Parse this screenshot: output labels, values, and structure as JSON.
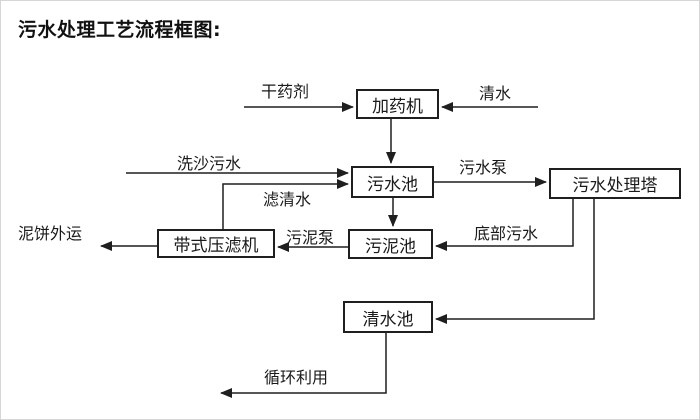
{
  "title": "污水处理工艺流程框图:",
  "diagram": {
    "line_color": "#1f1f1f",
    "nodes": {
      "dosing_machine": "加药机",
      "sewage_pool": "污水池",
      "treatment_tower": "污水处理塔",
      "sludge_pool": "污泥池",
      "belt_filter_press": "带式压滤机",
      "clean_water_pool": "清水池"
    },
    "flow_labels": {
      "dry_agent": "干药剂",
      "clean_water": "清水",
      "sand_washing_sewage": "洗沙污水",
      "sewage_pump": "污水泵",
      "filtered_water": "滤清水",
      "mud_cake_out": "泥饼外运",
      "sludge_pump": "污泥泵",
      "bottom_sewage": "底部污水",
      "recycle_use": "循环利用"
    }
  }
}
